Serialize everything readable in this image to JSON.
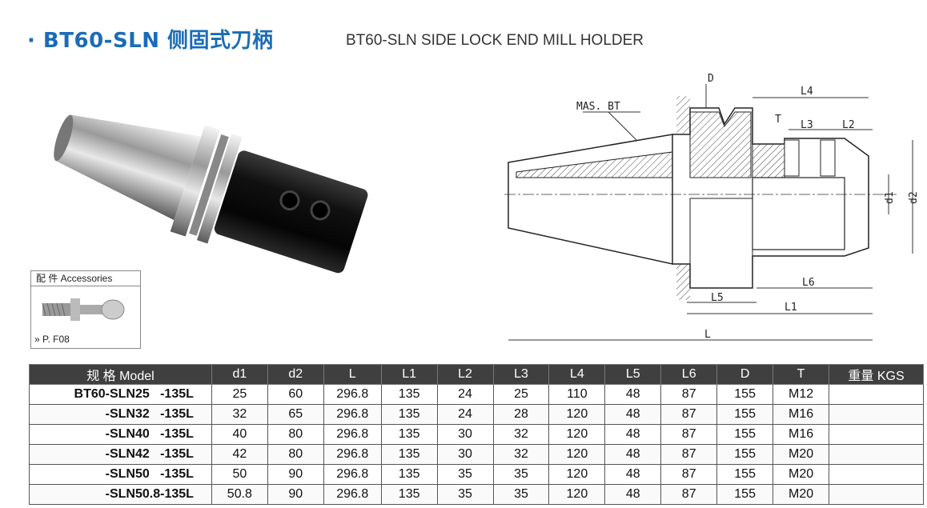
{
  "header": {
    "title_cn": "· BT60-SLN 侧固式刀柄",
    "title_en": "BT60-SLN SIDE LOCK END MILL HOLDER"
  },
  "accessories": {
    "label": "配  件  Accessories",
    "ref": "» P. F08"
  },
  "drawing": {
    "labels": {
      "mas": "MAS. BT",
      "D": "D",
      "L4": "L4",
      "T": "T",
      "L3": "L3",
      "L2": "L2",
      "d1": "d1",
      "d2": "d2",
      "L6": "L6",
      "L5": "L5",
      "L1": "L1",
      "L": "L"
    }
  },
  "table": {
    "headers": [
      "规 格 Model",
      "d1",
      "d2",
      "L",
      "L1",
      "L2",
      "L3",
      "L4",
      "L5",
      "L6",
      "D",
      "T",
      "重量 KGS"
    ],
    "rows": [
      [
        "BT60-SLN25   -135L",
        "25",
        "60",
        "296.8",
        "135",
        "24",
        "25",
        "110",
        "48",
        "87",
        "155",
        "M12",
        ""
      ],
      [
        "-SLN32   -135L",
        "32",
        "65",
        "296.8",
        "135",
        "24",
        "28",
        "120",
        "48",
        "87",
        "155",
        "M16",
        ""
      ],
      [
        "-SLN40   -135L",
        "40",
        "80",
        "296.8",
        "135",
        "30",
        "32",
        "120",
        "48",
        "87",
        "155",
        "M16",
        ""
      ],
      [
        "-SLN42   -135L",
        "42",
        "80",
        "296.8",
        "135",
        "30",
        "32",
        "120",
        "48",
        "87",
        "155",
        "M20",
        ""
      ],
      [
        "-SLN50   -135L",
        "50",
        "90",
        "296.8",
        "135",
        "35",
        "35",
        "120",
        "48",
        "87",
        "155",
        "M20",
        ""
      ],
      [
        "-SLN50.8-135L",
        "50.8",
        "90",
        "296.8",
        "135",
        "35",
        "35",
        "120",
        "48",
        "87",
        "155",
        "M20",
        ""
      ]
    ]
  }
}
